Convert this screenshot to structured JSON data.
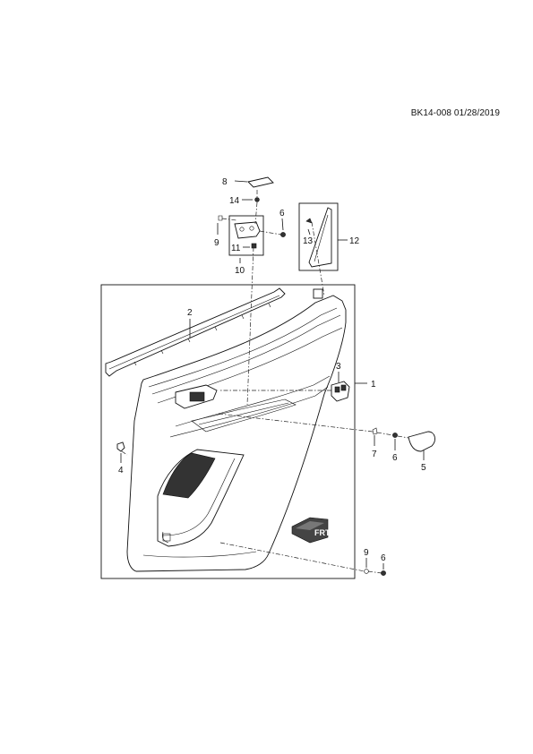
{
  "header": {
    "doc_id": "BK14-008 01/28/2019"
  },
  "callouts": {
    "c1": "1",
    "c2": "2",
    "c3": "3",
    "c4": "4",
    "c5": "5",
    "c6a": "6",
    "c6b": "6",
    "c6c": "6",
    "c7": "7",
    "c8": "8",
    "c9a": "9",
    "c9b": "9",
    "c10": "10",
    "c11": "11",
    "c12": "12",
    "c13": "13",
    "c14": "14"
  }
}
